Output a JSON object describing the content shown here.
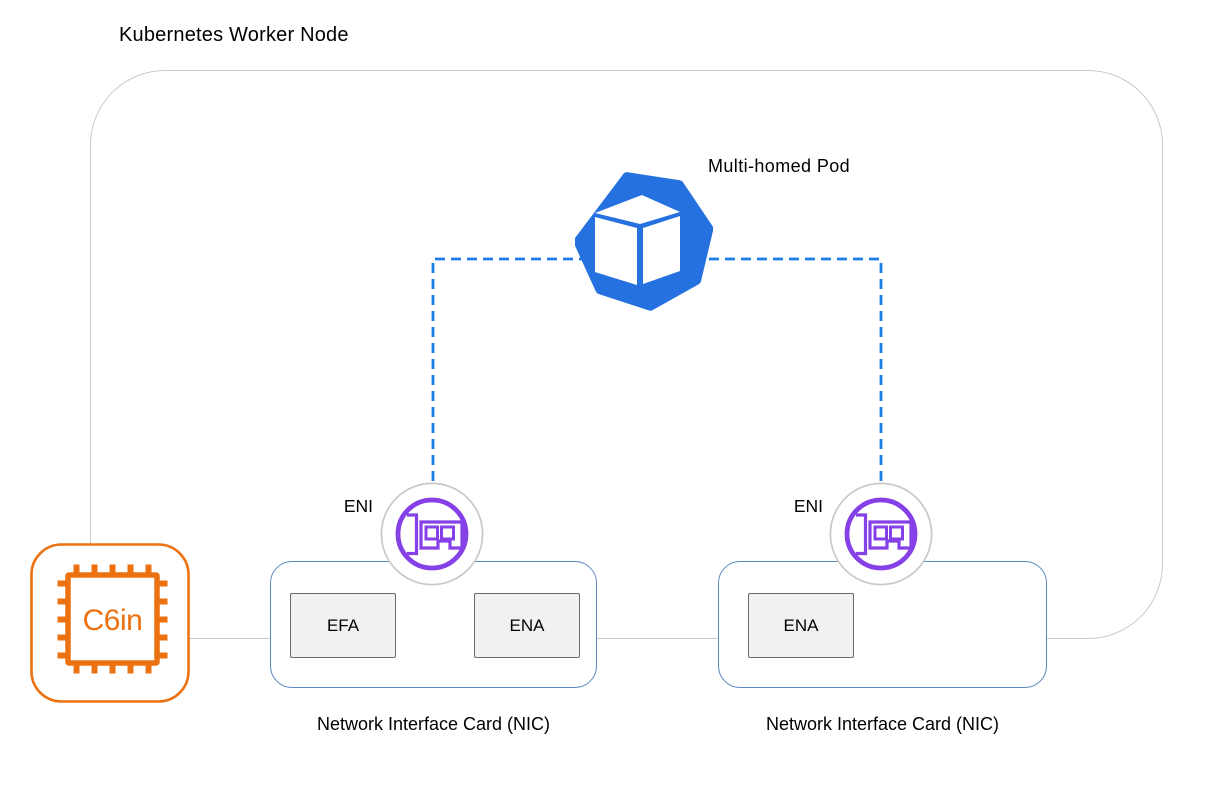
{
  "diagram": {
    "title": "Kubernetes Worker Node",
    "pod": {
      "label": "Multi-homed Pod",
      "icon": "kubernetes-pod-icon"
    },
    "eni_left": {
      "label": "ENI",
      "icon": "network-interface-icon"
    },
    "eni_right": {
      "label": "ENI",
      "icon": "network-interface-icon"
    },
    "instance": {
      "label": "C6in",
      "icon": "cpu-chip-icon"
    },
    "nic_left": {
      "label": "Network Interface Card (NIC)",
      "cards": [
        "EFA",
        "ENA"
      ]
    },
    "nic_right": {
      "label": "Network Interface Card (NIC)",
      "cards": [
        "ENA"
      ]
    },
    "colors": {
      "pod_blue": "#2671E0",
      "connector_blue": "#1D7CE8",
      "eni_purple": "#8540E8",
      "instance_orange": "#EC7211",
      "nic_border_blue": "#5B88BE",
      "boundary_gray": "#C9C9C9",
      "card_fill": "#F1F1F1",
      "card_border": "#6A6A6A"
    }
  }
}
